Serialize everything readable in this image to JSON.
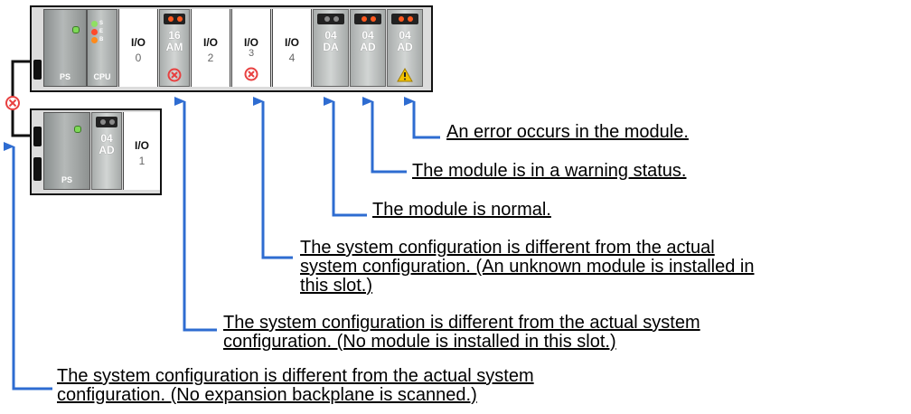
{
  "rack_main": {
    "ps_label": "PS",
    "cpu_label": "CPU",
    "cpu_leds": [
      "S",
      "E",
      "B"
    ],
    "slots": [
      {
        "io": "I/O",
        "num": "0"
      },
      {
        "code": "16",
        "code2": "AM"
      },
      {
        "io": "I/O",
        "num": "2"
      },
      {
        "io": "I/O",
        "num": "3"
      },
      {
        "io": "I/O",
        "num": "4"
      },
      {
        "code": "04",
        "code2": "DA"
      },
      {
        "code": "04",
        "code2": "AD"
      },
      {
        "code": "04",
        "code2": "AD"
      }
    ]
  },
  "rack_expansion": {
    "ps_label": "PS",
    "slots": [
      {
        "code": "04",
        "code2": "AD"
      },
      {
        "io": "I/O",
        "num": "1"
      }
    ]
  },
  "callouts": {
    "error": "An error occurs in the module.",
    "warning": "The module is in a warning status.",
    "normal": "The module is normal.",
    "unknown_module": [
      "The system configuration is different from the actual",
      "system configuration. (An unknown module is installed in",
      "this slot.)"
    ],
    "no_module": [
      "The system configuration is different from the actual system",
      "configuration. (No module is installed in this slot.)"
    ],
    "no_backplane": [
      "The system configuration is different from the actual system",
      "configuration. (No expansion backplane is scanned.)"
    ]
  },
  "colors": {
    "arrow": "#2e6cd1",
    "error_icon": "#e84040",
    "warning_icon": "#f2c200"
  }
}
